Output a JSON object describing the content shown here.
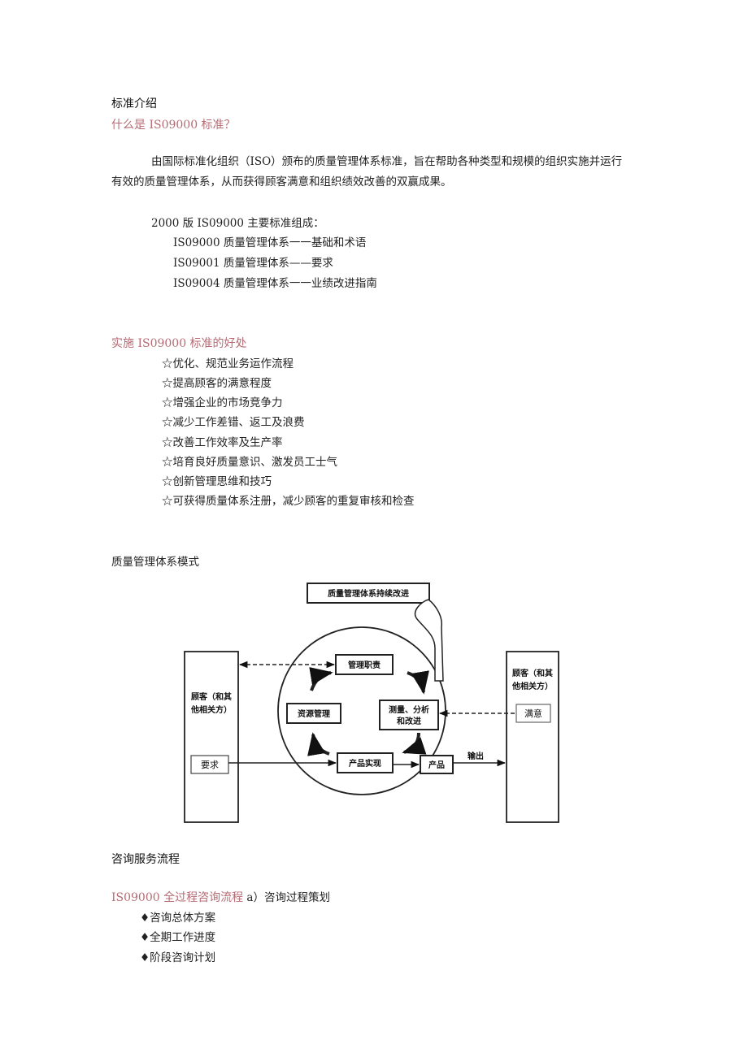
{
  "intro": {
    "heading": "标准介绍",
    "question": "什么是 IS09000 标准？",
    "paragraph_line1": "由国际标准化组织（ISO）颁布的质量管理体系标准，旨在帮助各种类型和规模的组织实施并运行",
    "paragraph_line2": "有效的质量管理体系，从而获得顾客满意和组织绩效改善的双赢成果。"
  },
  "standards": {
    "title": "2000 版 IS09000 主要标准组成：",
    "items": [
      "IS09000 质量管理体系一一基础和术语",
      "IS09001 质量管理体系——要求",
      "IS09004 质量管理体系一一业绩改进指南"
    ]
  },
  "benefits": {
    "title": "实施 IS09000 标准的好处",
    "items": [
      "☆优化、规范业务运作流程",
      "☆提高顾客的满意程度",
      "☆增强企业的市场竞争力",
      "☆减少工作差错、返工及浪费",
      "☆改善工作效率及生产率",
      "☆培育良好质量意识、激发员工士气",
      "☆创新管理思维和技巧",
      "☆可获得质量体系注册，减少顾客的重复审核和检查"
    ]
  },
  "model": {
    "title": "质量管理体系模式",
    "diagram": {
      "top_box": "质量管理体系持续改进",
      "mgmt_resp": "管理职责",
      "resource_mgmt": "资源管理",
      "measure_line1": "测量、分析",
      "measure_line2": "和改进",
      "product_realization": "产品实现",
      "product": "产品",
      "output": "输出",
      "left_customer_line1": "顾客（和其",
      "left_customer_line2": "他相关方）",
      "right_customer_line1": "顾客（和其",
      "right_customer_line2": "他相关方）",
      "requirements": "要求",
      "satisfaction": "满意"
    }
  },
  "consulting": {
    "heading": "咨询服务流程",
    "line_colored": "IS09000 全过程咨询流程",
    "line_plain": " a）咨询过程策划",
    "items": [
      "♦咨询总体方案",
      "♦全期工作进度",
      "♦阶段咨询计划"
    ]
  }
}
